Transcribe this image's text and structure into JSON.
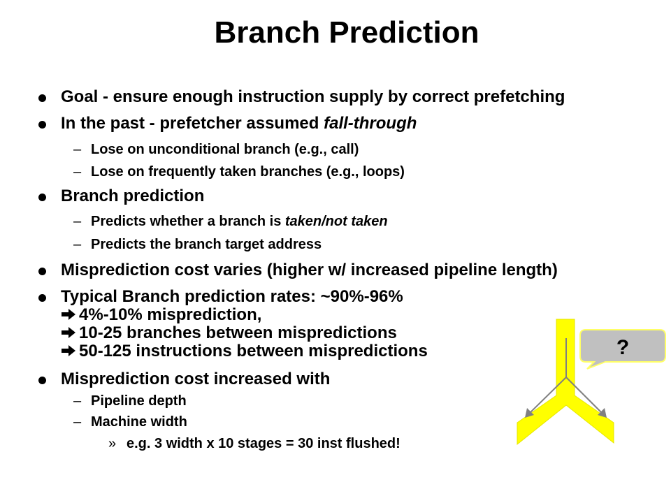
{
  "slide": {
    "title": "Branch Prediction",
    "items": [
      {
        "kind": "bullet",
        "text": "Goal - ensure enough instruction supply by correct prefetching"
      },
      {
        "kind": "bullet",
        "text_plain": "In the past - prefetcher assumed ",
        "text_em": "fall-through"
      },
      {
        "kind": "sub",
        "text": "Lose on unconditional branch (e.g., call)"
      },
      {
        "kind": "sub",
        "text": "Lose on frequently taken branches (e.g., loops)"
      },
      {
        "kind": "bullet",
        "text": "Branch prediction"
      },
      {
        "kind": "sub",
        "text_plain": "Predicts whether a branch is ",
        "text_em": "taken/not taken"
      },
      {
        "kind": "sub",
        "text": "Predicts the branch target address"
      },
      {
        "kind": "bullet",
        "text": "Misprediction cost varies (higher w/ increased pipeline length)"
      },
      {
        "kind": "bullet",
        "text": "Typical Branch prediction rates: ~90%-96%"
      },
      {
        "kind": "arrow",
        "text": "4%-10% misprediction,"
      },
      {
        "kind": "arrow",
        "text": "10-25 branches between mispredictions"
      },
      {
        "kind": "arrow",
        "text": "50-125 instructions between mispredictions"
      },
      {
        "kind": "bullet",
        "text": "Misprediction cost increased with"
      },
      {
        "kind": "sub",
        "text": "Pipeline depth"
      },
      {
        "kind": "sub",
        "text": "Machine width"
      },
      {
        "kind": "subsub",
        "text": "e.g. 3 width x 10 stages = 30 inst flushed!"
      }
    ],
    "callout_text": "?",
    "colors": {
      "branch_fill": "#ffff00",
      "branch_edge": "#e6e600",
      "callout_fill": "#c0c0c0",
      "callout_edge": "#ffff66",
      "arrow": "#808080"
    }
  }
}
